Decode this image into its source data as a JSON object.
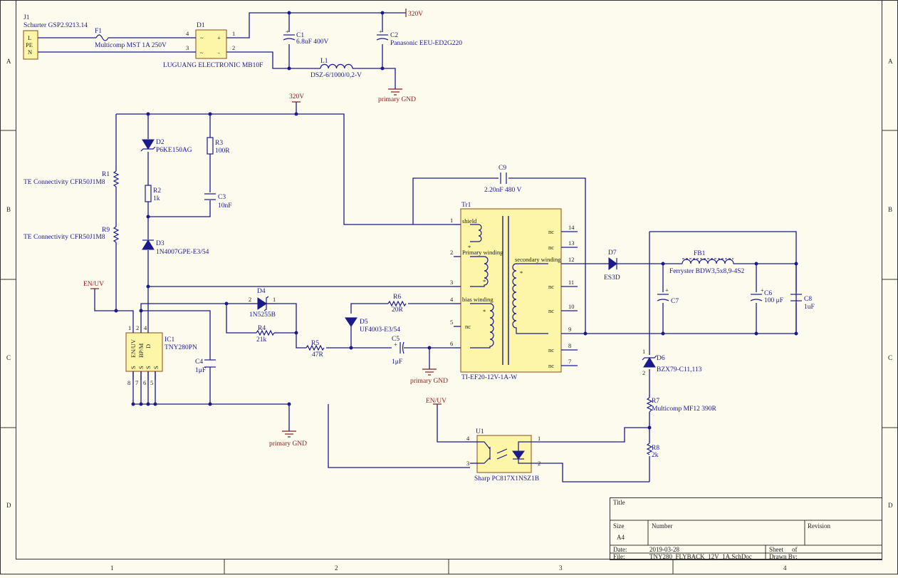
{
  "frame": {
    "rows": [
      "A",
      "B",
      "C",
      "D"
    ],
    "cols": [
      "1",
      "2",
      "3",
      "4"
    ]
  },
  "power": {
    "v320_top": "320V",
    "v320_mid": "320V",
    "gnd_top": "primary GND",
    "gnd_c5": "primary GND",
    "gnd_bottom": "primary GND",
    "enuv_left": "EN/UV",
    "enuv_u1": "EN/UV"
  },
  "components": {
    "J1": {
      "ref": "J1",
      "value": "Schurter GSP2.9213.14",
      "pins": [
        "L",
        "PE",
        "N"
      ]
    },
    "F1": {
      "ref": "F1",
      "value": "Multicomp MST 1A 250V"
    },
    "D1": {
      "ref": "D1",
      "value": "LUGUANG ELECTRONIC MB10F",
      "pins": [
        "4",
        "3",
        "1",
        "2"
      ],
      "marks": [
        "~",
        "~",
        "+",
        "-"
      ]
    },
    "C1": {
      "ref": "C1",
      "value": "6.8uF 400V"
    },
    "C2": {
      "ref": "C2",
      "value": "Panasonic EEU-ED2G220"
    },
    "L1": {
      "ref": "L1",
      "value": "DSZ-6/1000/0,2-V"
    },
    "R1": {
      "ref": "R1",
      "value": "TE Connectivity CFR50J1M8"
    },
    "R9": {
      "ref": "R9",
      "value": "TE Connectivity CFR50J1M8"
    },
    "D2": {
      "ref": "D2",
      "value": "P6KE150AG"
    },
    "R3": {
      "ref": "R3",
      "value": "100R"
    },
    "R2": {
      "ref": "R2",
      "value": "1k"
    },
    "C3": {
      "ref": "C3",
      "value": "10nF"
    },
    "D3": {
      "ref": "D3",
      "value": "1N4007GPE-E3/54"
    },
    "C9": {
      "ref": "C9",
      "value": "2.20nF  480 V"
    },
    "D4": {
      "ref": "D4",
      "value": "1N5255B",
      "pins": [
        "2",
        "1"
      ]
    },
    "R4": {
      "ref": "R4",
      "value": "21k"
    },
    "R5": {
      "ref": "R5",
      "value": "47R"
    },
    "D5": {
      "ref": "D5",
      "value": "UF4003-E3/54"
    },
    "R6": {
      "ref": "R6",
      "value": "20R"
    },
    "C5": {
      "ref": "C5",
      "value": "1μF"
    },
    "IC1": {
      "ref": "IC1",
      "value": "TNY280PN",
      "pins_top": [
        "1",
        "2",
        "4"
      ],
      "pins_bottom": [
        "8",
        "7",
        "6",
        "5"
      ],
      "labels": [
        "EN/UV",
        "BP/M",
        "D",
        "S",
        "S",
        "S",
        "S"
      ]
    },
    "C4": {
      "ref": "C4",
      "value": "1μF"
    },
    "Tr1": {
      "ref": "Tr1",
      "value": "TI-EF20-12V-1A-W",
      "left_pins": [
        "1",
        "2",
        "3",
        "4",
        "5",
        "6"
      ],
      "right_pins": [
        "14",
        "13",
        "12",
        "11",
        "10",
        "9",
        "8",
        "7"
      ],
      "windings": [
        "shield",
        "Primary winding",
        "bias winding",
        "secondary winding"
      ],
      "nc": "nc"
    },
    "D7": {
      "ref": "D7",
      "value": "ES3D"
    },
    "FB1": {
      "ref": "FB1",
      "value": "Ferryster BDW3,5x8,9-4S2"
    },
    "C7": {
      "ref": "C7",
      "value": ""
    },
    "C6": {
      "ref": "C6",
      "value": "100 μF"
    },
    "C8": {
      "ref": "C8",
      "value": "1uF"
    },
    "D6": {
      "ref": "D6",
      "value": "BZX79-C11,113",
      "pins": [
        "1",
        "2"
      ]
    },
    "R7": {
      "ref": "R7",
      "value": "Multicomp MF12 390R"
    },
    "R8": {
      "ref": "R8",
      "value": "2k"
    },
    "U1": {
      "ref": "U1",
      "value": "Sharp PC817X1NSZ1B",
      "pins": [
        "4",
        "3",
        "1",
        "2"
      ]
    }
  },
  "title_block": {
    "title_label": "Title",
    "size_label": "Size",
    "size_value": "A4",
    "number_label": "Number",
    "revision_label": "Revision",
    "date_label": "Date:",
    "date_value": "2019-03-28",
    "sheet_label": "Sheet",
    "of_label": "of",
    "file_label": "File:",
    "file_value": "TNY280_FLYBACK_12V_1A.SchDoc",
    "drawn_label": "Drawn By:"
  }
}
